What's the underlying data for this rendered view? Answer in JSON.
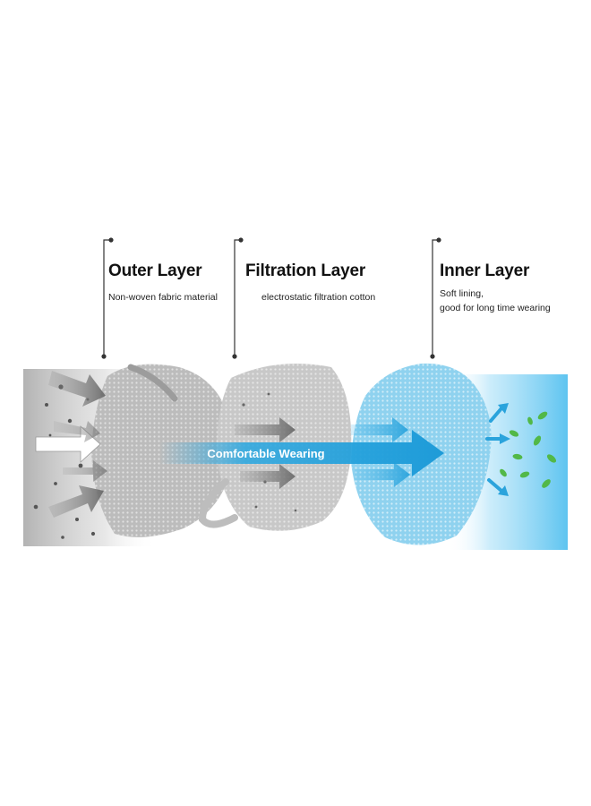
{
  "layers": [
    {
      "title": "Outer Layer",
      "desc": [
        "Non-woven fabric material"
      ]
    },
    {
      "title": "Filtration Layer",
      "desc": [
        "electrostatic filtration cotton"
      ]
    },
    {
      "title": "Inner Layer",
      "desc": [
        "Soft lining,",
        "good for long time wearing"
      ]
    }
  ],
  "flow_label": "Comfortable Wearing",
  "colors": {
    "outer_gray": "#bdbdbd",
    "filter_gray": "#c9c9c9",
    "inner_blue": "#8fd0ee",
    "flow_blue": "#27a6e0",
    "leaf_green": "#52b848",
    "dark_arrow": "#6e6e6e"
  }
}
